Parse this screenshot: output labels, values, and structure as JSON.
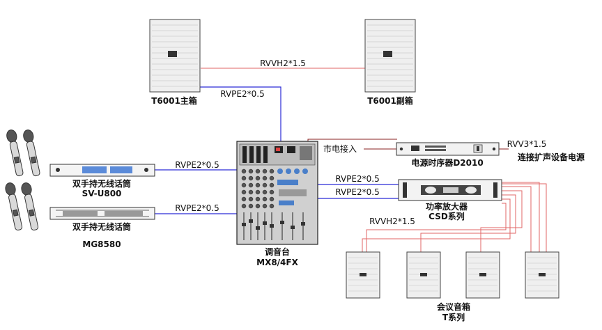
{
  "colors": {
    "speaker_cable": "#e06666",
    "signal_cable": "#2b2bd6",
    "power_cable": "#8a2020"
  },
  "devices": {
    "main_speaker": "T6001主箱",
    "sub_speaker": "T6001副箱",
    "wireless_mic_1": {
      "line1": "双手持无线话筒",
      "line2": "SV-U800"
    },
    "wireless_mic_2": {
      "line1": "双手持无线话筒",
      "line2": "MG8580"
    },
    "mixer": {
      "line1": "调音台",
      "line2": "MX8/4FX"
    },
    "sequencer": "电源时序器D2010",
    "amplifier": {
      "line1": "功率放大器",
      "line2": "CSD系列"
    },
    "conference_speakers": {
      "line1": "会议音箱",
      "line2": "T系列"
    }
  },
  "cables": {
    "speaker_link": "RVVH2*1.5",
    "mixer_to_speaker": "RVPE2*0.5",
    "mic1_to_mixer": "RVPE2*0.5",
    "mic2_to_mixer": "RVPE2*0.5",
    "mixer_to_amp_1": "RVPE2*0.5",
    "mixer_to_amp_2": "RVPE2*0.5",
    "amp_to_speakers": "RVVH2*1.5",
    "mains_in": "市电接入",
    "sequencer_out": "RVV3*1.5",
    "expansion_power": "连接扩声设备电源"
  }
}
